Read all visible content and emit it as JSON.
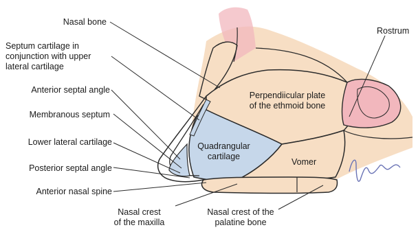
{
  "labels": {
    "nasal_bone": "Nasal bone",
    "septum_cartilage": "Septum cartilage in\nconjunction with upper\nlateral cartilage",
    "anterior_septal_angle": "Anterior septal angle",
    "membranous_septum": "Membranous septum",
    "lower_lateral_cartilage": "Lower lateral cartilage",
    "posterior_septal_angle": "Posterior septal angle",
    "anterior_nasal_spine": "Anterior nasal spine",
    "nasal_crest_maxilla": "Nasal crest\nof the maxilla",
    "nasal_crest_palatine": "Nasal crest of the\npalatine bone",
    "rostrum": "Rostrum",
    "perpendicular_plate": "Perpendiicular plate\nof the ethmoid bone",
    "quadrangular_cartilage": "Quadrangular\ncartilage",
    "vomer": "Vomer"
  },
  "colors": {
    "bone": "#f7dec4",
    "cartilage": "#c6d7ea",
    "pink": "#f2b7bd",
    "outline": "#2b2b2b",
    "signature": "#6a73b5"
  }
}
